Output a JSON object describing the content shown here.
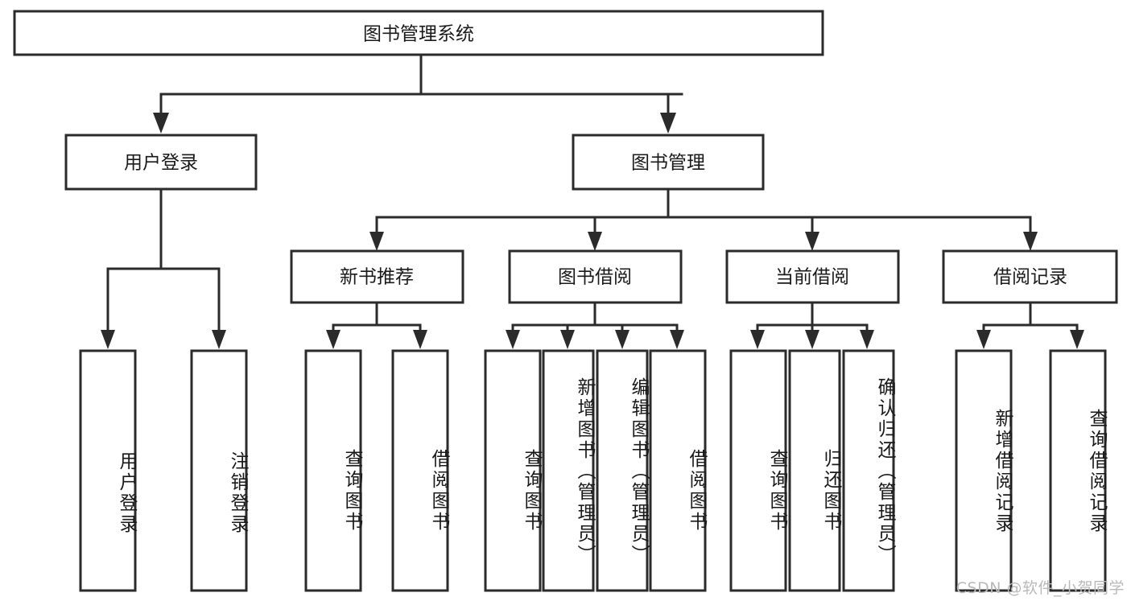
{
  "diagram": {
    "title": "图书管理系统",
    "type": "tree-hierarchy",
    "colors": {
      "stroke": "#2b2b2b",
      "fill": "#ffffff",
      "text": "#1a1a1a",
      "watermark": "#b9b9b9",
      "background": "#ffffff"
    },
    "root": {
      "label": "图书管理系统"
    },
    "level2": [
      {
        "label": "用户登录"
      },
      {
        "label": "图书管理"
      }
    ],
    "level3": [
      {
        "label": "新书推荐"
      },
      {
        "label": "图书借阅"
      },
      {
        "label": "当前借阅"
      },
      {
        "label": "借阅记录"
      }
    ],
    "leaves": {
      "user_login": [
        {
          "label": "用户登录"
        },
        {
          "label": "注销登录"
        }
      ],
      "new_book": [
        {
          "label": "查询图书"
        },
        {
          "label": "借阅图书"
        }
      ],
      "borrow_book": [
        {
          "label": "查询图书"
        },
        {
          "label": "新增图书（管理员）"
        },
        {
          "label": "编辑图书（管理员）"
        },
        {
          "label": "借阅图书"
        }
      ],
      "current_borrow": [
        {
          "label": "查询图书"
        },
        {
          "label": "归还图书"
        },
        {
          "label": "确认归还（管理员）"
        }
      ],
      "borrow_record": [
        {
          "label": "新增借阅记录"
        },
        {
          "label": "查询借阅记录"
        }
      ]
    }
  },
  "watermark": {
    "text": "CSDN @软件_小贺同学"
  }
}
